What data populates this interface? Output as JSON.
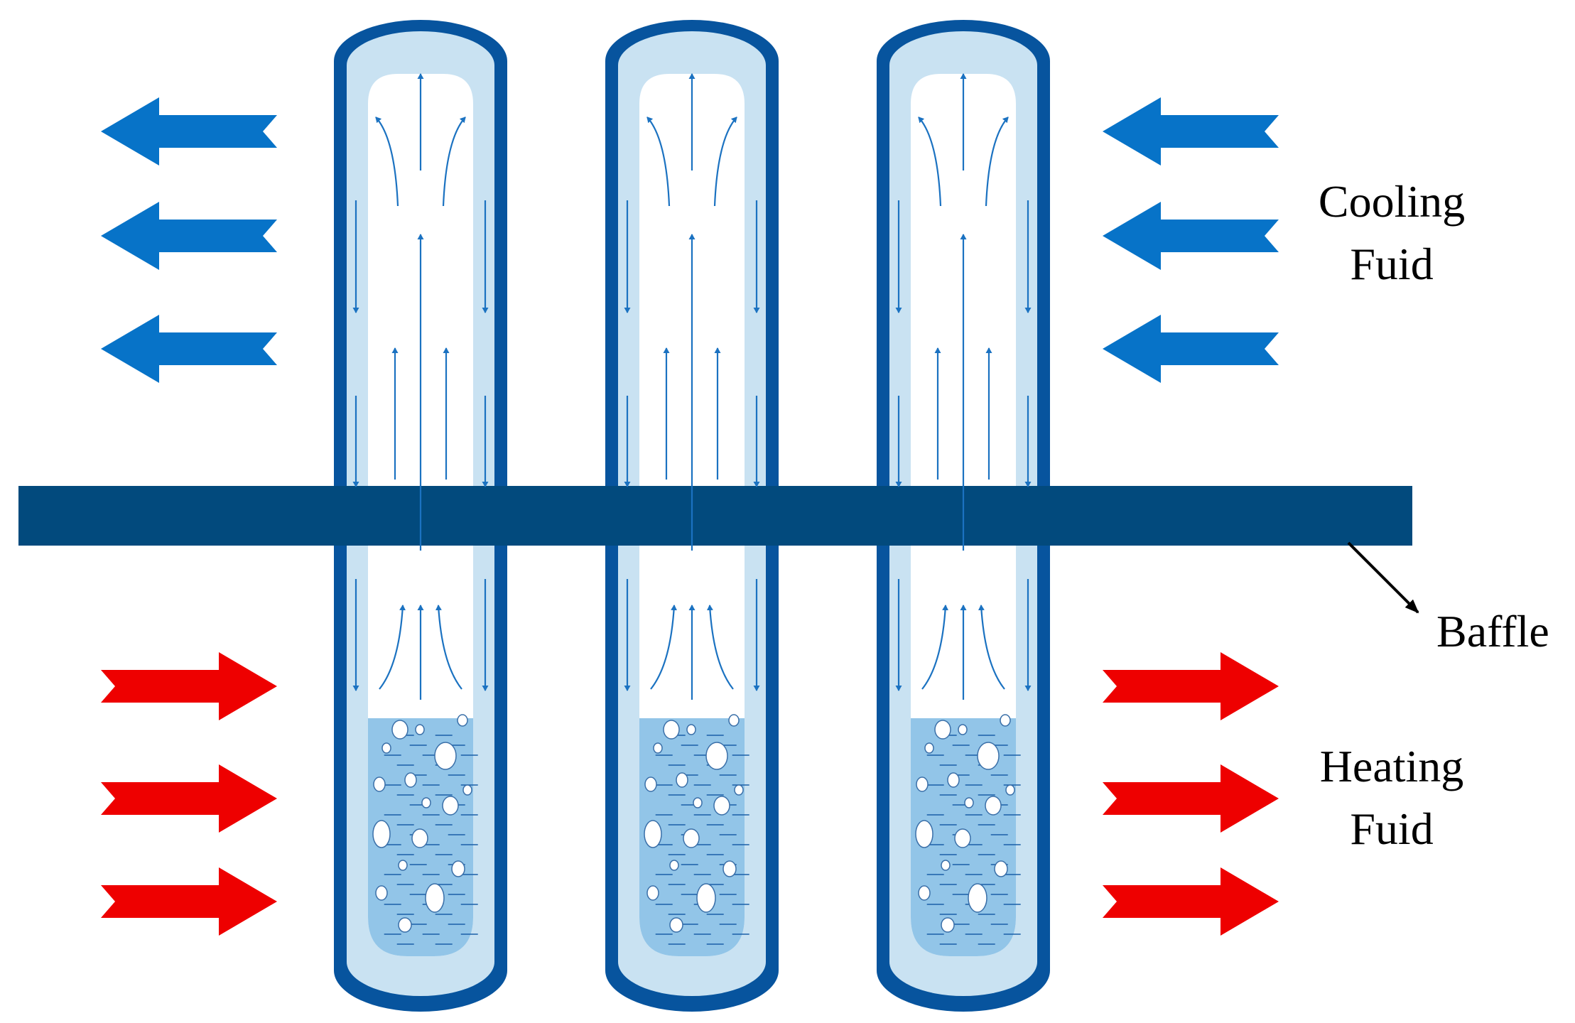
{
  "labels": {
    "cooling_line1": "Cooling",
    "cooling_line2": "Fuid",
    "heating_line1": "Heating",
    "heating_line2": "Fuid",
    "baffle": "Baffle"
  },
  "colors": {
    "tube_outer": "#07549e",
    "tube_inner_wall": "#c9e2f2",
    "vapor": "#ffffff",
    "liquid": "#92c5e8",
    "baffle": "#024a7d",
    "flow_arrow": "#1b72c1",
    "cooling_arrow": "#0773c8",
    "heating_arrow": "#ee0000",
    "text": "#000000"
  },
  "components": {
    "tube_count": 3,
    "cooling_arrows_per_side": 3,
    "heating_arrows_per_side": 3
  }
}
